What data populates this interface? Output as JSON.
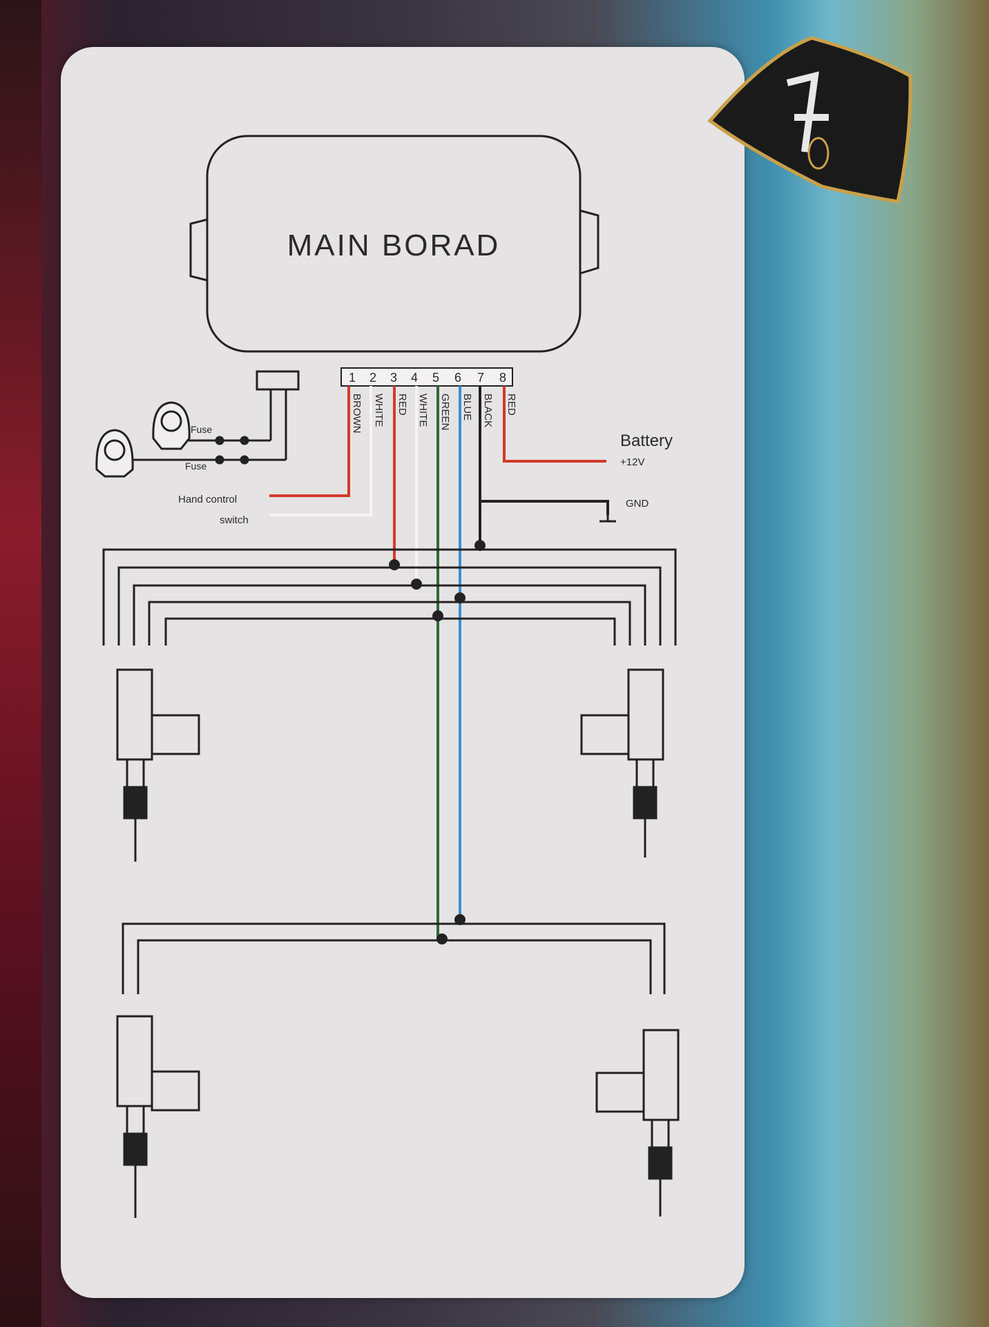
{
  "main_board_label": "MAIN BORAD",
  "pins": [
    "1",
    "2",
    "3",
    "4",
    "5",
    "6",
    "7",
    "8"
  ],
  "wires": [
    {
      "pin": "1",
      "color_name": "BROWN",
      "color": "#d33a2a"
    },
    {
      "pin": "2",
      "color_name": "WHITE",
      "color": "#f2f2f2"
    },
    {
      "pin": "3",
      "color_name": "RED",
      "color": "#d33a2a"
    },
    {
      "pin": "4",
      "color_name": "WHITE",
      "color": "#f2f2f2"
    },
    {
      "pin": "5",
      "color_name": "GREEN",
      "color": "#2f6a3a"
    },
    {
      "pin": "6",
      "color_name": "BLUE",
      "color": "#3a8fd6"
    },
    {
      "pin": "7",
      "color_name": "BLACK",
      "color": "#222222"
    },
    {
      "pin": "8",
      "color_name": "RED",
      "color": "#d33a2a"
    }
  ],
  "labels": {
    "fuse_top": "Fuse",
    "fuse_bottom": "Fuse",
    "hand_control": "Hand control",
    "switch": "switch",
    "battery": "Battery",
    "battery_voltage": "+12V",
    "gnd": "GND"
  },
  "colors": {
    "card": "#e6e3e4",
    "line": "#222222",
    "red": "#d33a2a",
    "green": "#2f6a3a",
    "blue": "#3a8fd6",
    "logo_gold": "#c9a04a"
  },
  "icons": [
    "lock-actuator-icon",
    "logo-shield-icon",
    "motor-icon",
    "ground-icon"
  ]
}
